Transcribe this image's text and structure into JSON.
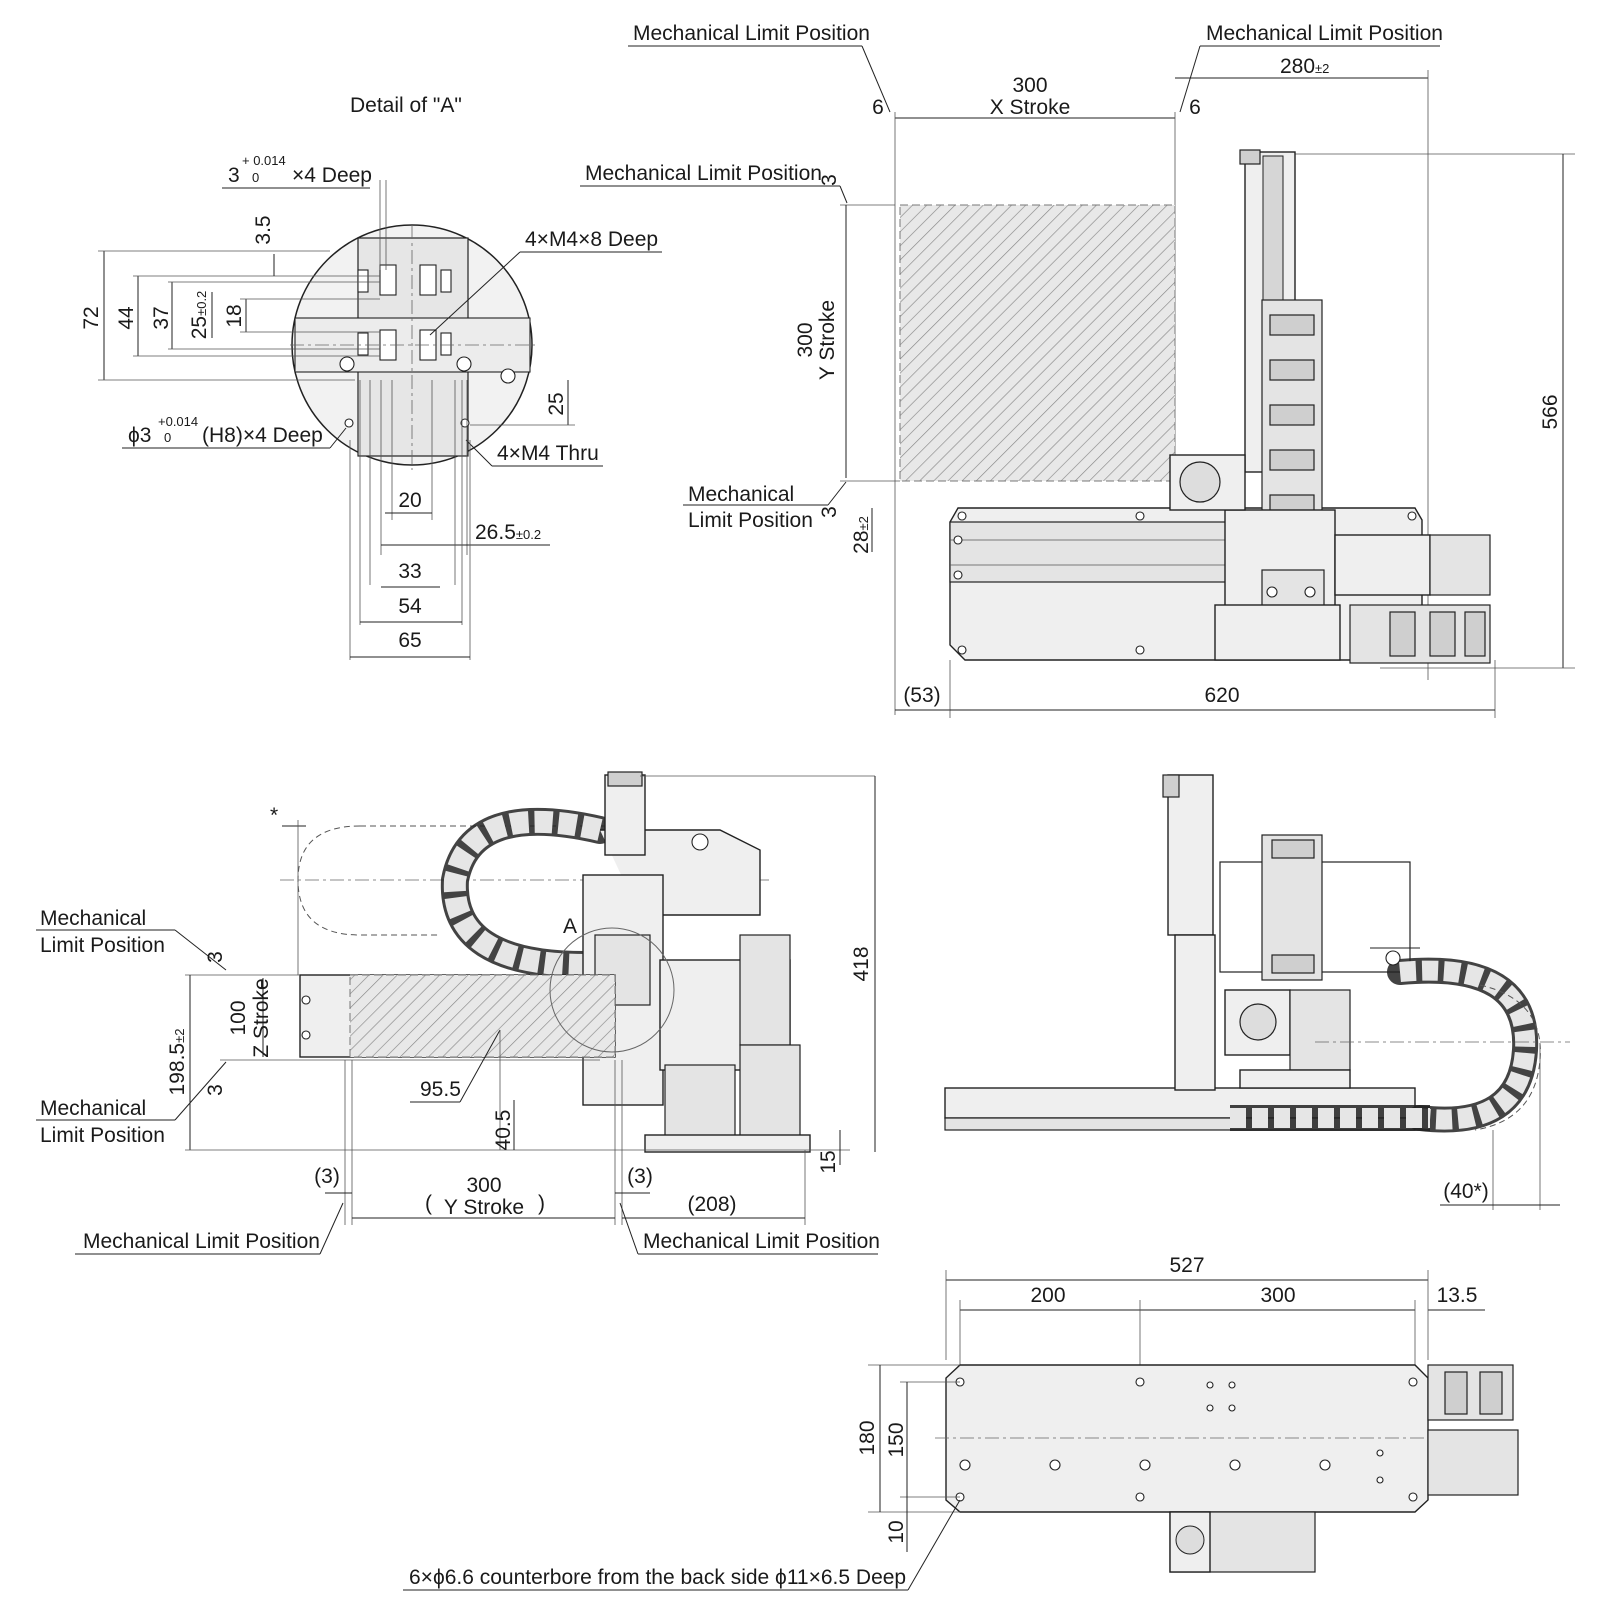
{
  "labels": {
    "mech_limit": "Mechanical Limit Position",
    "mech_limit_l1": "Mechanical",
    "mech_limit_l2": "Limit Position",
    "detail_title": "Detail of \"A\"",
    "hole_spec_top_base": "3",
    "hole_spec_top_tol_upper": "+ 0.014",
    "hole_spec_top_tol_lower": "0",
    "hole_spec_top_suffix": "×4 Deep",
    "tap_spec_1": "4×M4×8 Deep",
    "hole_spec_bottom_base": "ϕ3",
    "hole_spec_bottom_tol_upper": "+0.014",
    "hole_spec_bottom_tol_lower": "0",
    "hole_spec_bottom_suffix": "(H8)×4 Deep",
    "tap_spec_2": "4×M4 Thru",
    "x_stroke": "X Stroke",
    "y_stroke": "Y Stroke",
    "z_stroke": "Z Stroke",
    "detail_marker": "A",
    "asterisk": "*",
    "counterbore_note": "6×ϕ6.6 counterbore from the back side ϕ11×6.5 Deep"
  },
  "dims": {
    "d_3_5": "3.5",
    "d_72": "72",
    "d_44": "44",
    "d_37": "37",
    "d_25pm": "25",
    "d_25pm_tol": "±0.2",
    "d_18": "18",
    "d_25": "25",
    "d_20": "20",
    "d_26_5": "26.5",
    "d_26_5_tol": "±0.2",
    "d_33": "33",
    "d_54": "54",
    "d_65": "65",
    "d_6": "6",
    "d_300": "300",
    "d_280": "280",
    "d_280_tol": "±2",
    "d_3": "3",
    "d_28": "28",
    "d_28_tol": "±2",
    "d_566": "566",
    "d_53": "(53)",
    "d_620": "620",
    "d_418": "418",
    "d_100": "100",
    "d_198_5": "198.5",
    "d_198_5_tol": "±2",
    "d_95_5": "95.5",
    "d_40_5": "40.5",
    "d_15": "15",
    "d_p3": "(3)",
    "d_208": "(208)",
    "d_40s": "(40*)",
    "d_527": "527",
    "d_200": "200",
    "d_13_5": "13.5",
    "d_180": "180",
    "d_150": "150",
    "d_10": "10"
  },
  "colors": {
    "line": "#222222",
    "part_fill": "#efefef",
    "hatch_fill": "#d8d8d8"
  }
}
